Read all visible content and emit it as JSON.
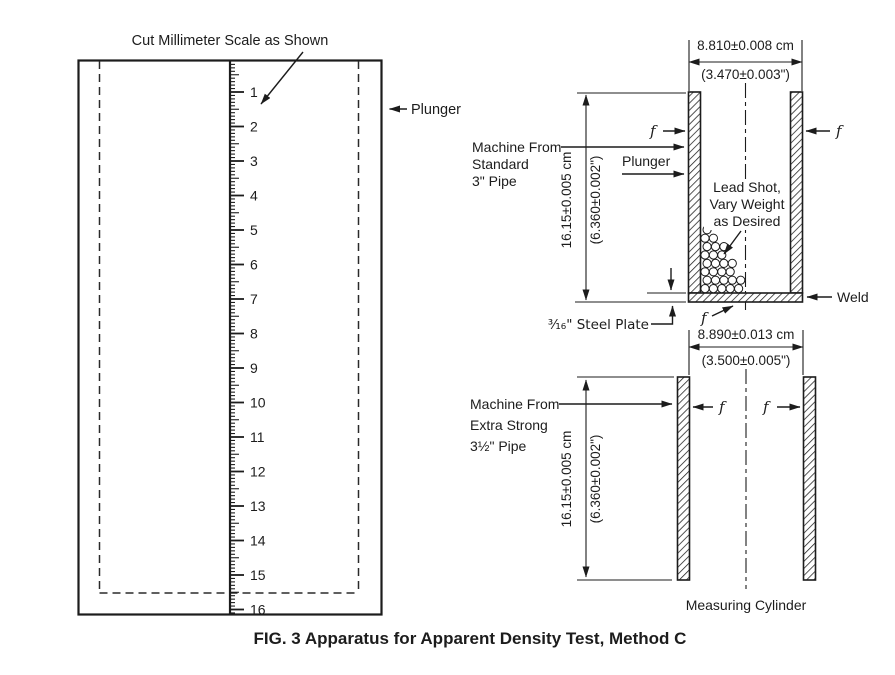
{
  "figure": {
    "caption": "FIG. 3  Apparatus for Apparent Density Test, Method C"
  },
  "plunger_panel": {
    "cut_note": "Cut Millimeter Scale as Shown",
    "plunger_label": "Plunger",
    "scale_numbers": [
      "1",
      "2",
      "3",
      "4",
      "5",
      "6",
      "7",
      "8",
      "9",
      "10",
      "11",
      "12",
      "13",
      "14",
      "15",
      "16"
    ]
  },
  "shot_cylinder": {
    "od_cm": "8.810±0.008 cm",
    "od_in": "(3.470±0.003\")",
    "depth_cm": "16.15±0.005 cm",
    "depth_in": "(6.360±0.002\")",
    "machine_lines": [
      "Machine From",
      "Standard",
      "3\" Pipe"
    ],
    "plunger_label": "Plunger",
    "lead_shot_lines": [
      "Lead Shot,",
      "Vary Weight",
      "as Desired"
    ],
    "weld_label": "Weld",
    "plate_label": "³⁄₁₆\" Steel Plate",
    "finish": "f"
  },
  "measuring_cylinder": {
    "id_cm": "8.890±0.013 cm",
    "id_in": "(3.500±0.005\")",
    "depth_cm": "16.15±0.005 cm",
    "depth_in": "(6.360±0.002\")",
    "machine_lines": [
      "Machine From",
      "Extra Strong",
      "3½\" Pipe"
    ],
    "label": "Measuring Cylinder",
    "finish": "f"
  }
}
